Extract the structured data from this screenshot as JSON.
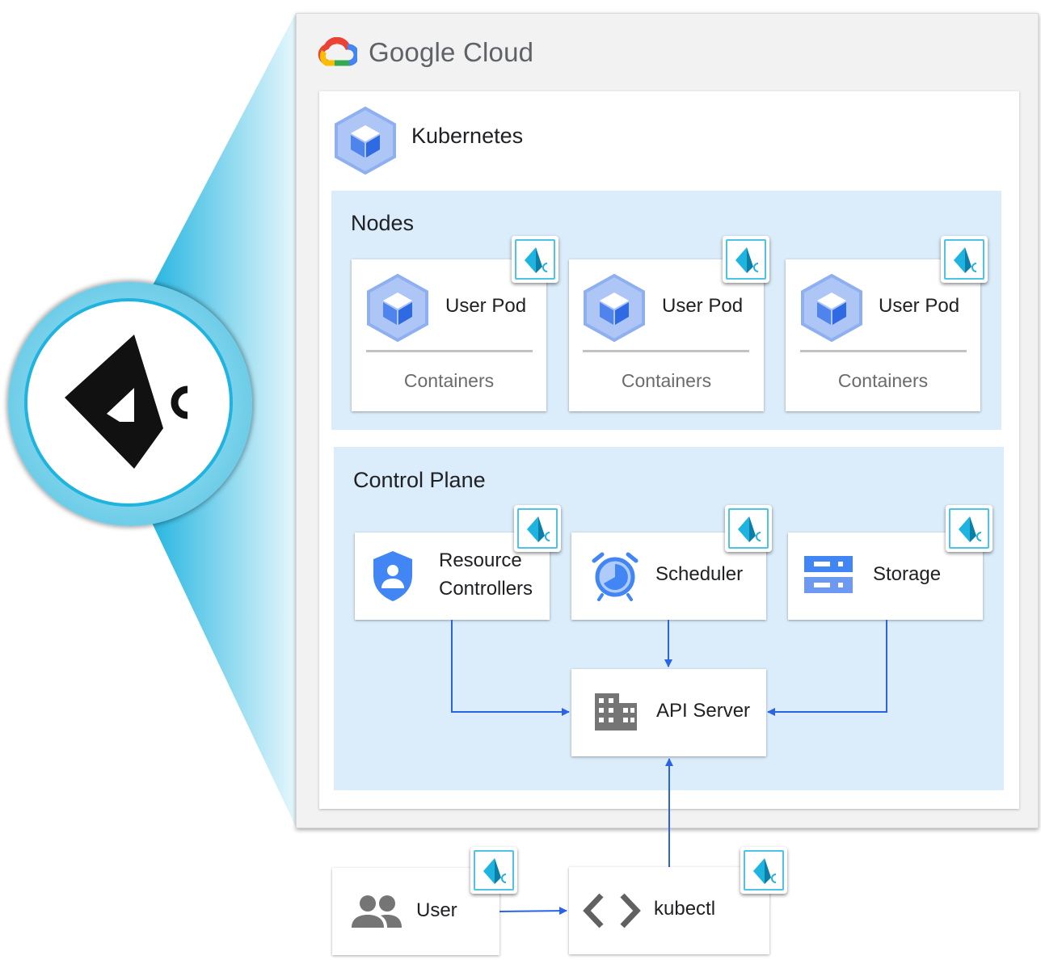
{
  "gcp": {
    "title": "Google Cloud"
  },
  "kubernetes": {
    "title": "Kubernetes"
  },
  "nodes": {
    "title": "Nodes",
    "pods": [
      {
        "title": "User Pod",
        "subtitle": "Containers"
      },
      {
        "title": "User Pod",
        "subtitle": "Containers"
      },
      {
        "title": "User Pod",
        "subtitle": "Containers"
      }
    ]
  },
  "control_plane": {
    "title": "Control Plane",
    "resource_controllers": {
      "line1": "Resource",
      "line2": "Controllers"
    },
    "scheduler": {
      "label": "Scheduler"
    },
    "storage": {
      "label": "Storage"
    },
    "api_server": {
      "label": "API Server"
    }
  },
  "outside": {
    "user": {
      "label": "User"
    },
    "kubectl": {
      "label": "kubectl"
    }
  },
  "colors": {
    "accent_cyan": "#1fb3df",
    "zone_blue": "#dbecfa",
    "arrow_blue": "#2b63e6",
    "google_blue": "#4285f4",
    "k8s_blue": "#6d99f2"
  }
}
